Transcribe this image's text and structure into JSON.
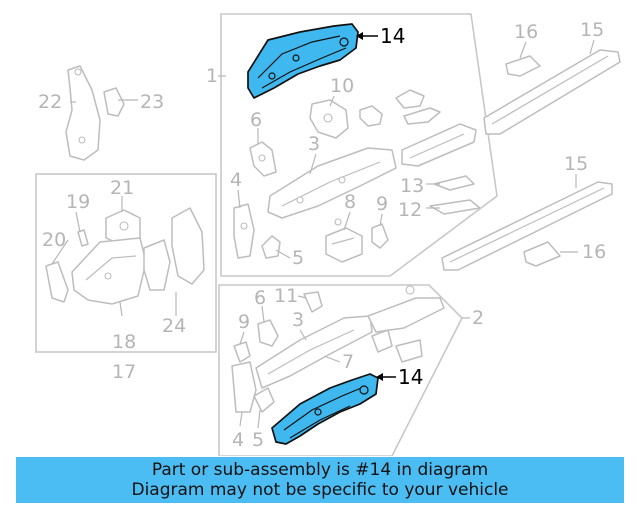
{
  "banner": {
    "line1": "Part or sub-assembly is #14 in diagram",
    "line2": "Diagram may not be specific to your vehicle",
    "color": "#4cbdf3"
  },
  "highlight": {
    "part_number": "14",
    "fill_color": "#3fb8ef",
    "outline_color": "#111111"
  },
  "labels": {
    "n1": "1",
    "n2": "2",
    "n3a": "3",
    "n3b": "3",
    "n4a": "4",
    "n4b": "4",
    "n5a": "5",
    "n5b": "5",
    "n6a": "6",
    "n6b": "6",
    "n7": "7",
    "n8": "8",
    "n9a": "9",
    "n9b": "9",
    "n10": "10",
    "n11": "11",
    "n12": "12",
    "n13": "13",
    "n14a": "14",
    "n14b": "14",
    "n15a": "15",
    "n15b": "15",
    "n16a": "16",
    "n16b": "16",
    "n17": "17",
    "n18": "18",
    "n19": "19",
    "n20": "20",
    "n21": "21",
    "n22": "22",
    "n23": "23",
    "n24": "24"
  }
}
